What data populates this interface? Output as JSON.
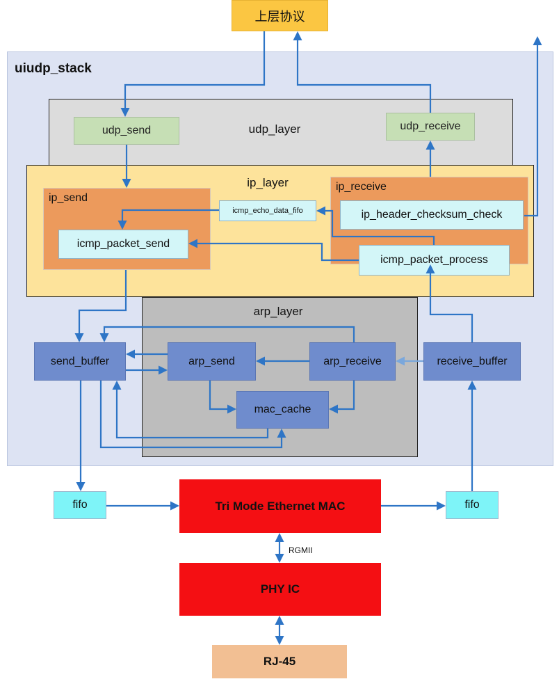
{
  "top": {
    "upper_protocol": "上层协议"
  },
  "stack": {
    "title": "uiudp_stack"
  },
  "udp": {
    "title": "udp_layer",
    "send": "udp_send",
    "receive": "udp_receive"
  },
  "ip": {
    "title": "ip_layer",
    "send_group": "ip_send",
    "receive_group": "ip_receive",
    "icmp_packet_send": "icmp_packet_send",
    "icmp_echo_fifo": "icmp_echo_data_fifo",
    "checksum": "ip_header_checksum_check",
    "icmp_process": "icmp_packet_process"
  },
  "arp": {
    "title": "arp_layer",
    "send": "arp_send",
    "receive": "arp_receive",
    "mac_cache": "mac_cache"
  },
  "buffers": {
    "send": "send_buffer",
    "receive": "receive_buffer"
  },
  "phy": {
    "fifo_left": "fifo",
    "fifo_right": "fifo",
    "mac": "Tri Mode Ethernet MAC",
    "rgmii": "RGMII",
    "phy_ic": "PHY IC",
    "rj45": "RJ-45"
  },
  "colors": {
    "arrow": "#2e75c6",
    "dashed_arrow": "#7aa7dc",
    "udp_module": "#c6dfb5",
    "ip_module": "#d3f6f8",
    "arp_module": "#6f8ccd",
    "mac": "#f40f13",
    "upper": "#fbc642"
  }
}
